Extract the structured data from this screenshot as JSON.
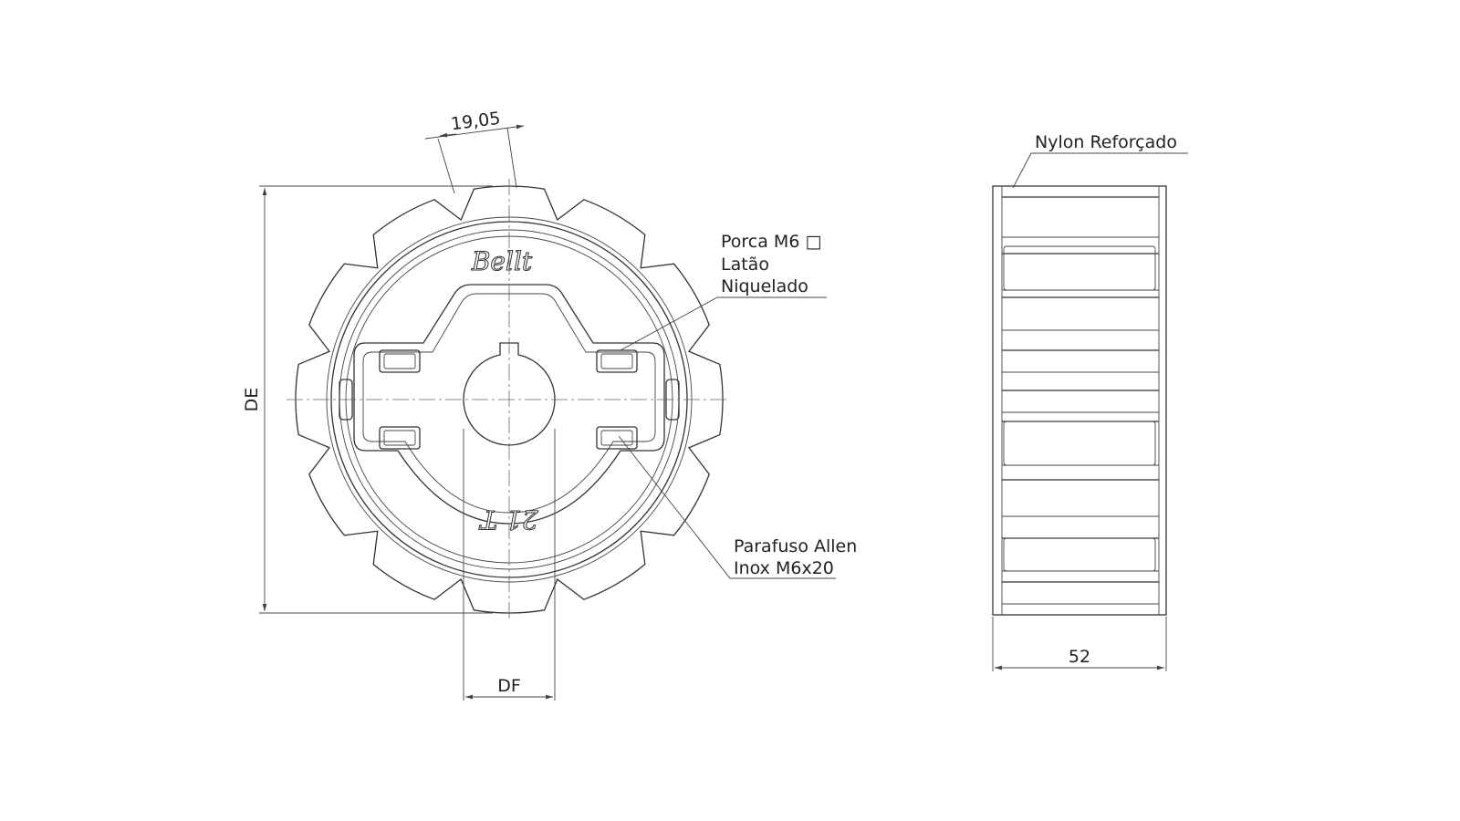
{
  "labels": {
    "pitch": "19,05",
    "de": "DE",
    "df": "DF",
    "width": "52",
    "material": "Nylon Reforçado",
    "nut_line1": "Porca M6 □",
    "nut_line2": "Latão",
    "nut_line3": "Niquelado",
    "screw_line1": "Parafuso Allen",
    "screw_line2": "Inox M6x20",
    "brand": "Bellt",
    "teeth_mark": "21 T"
  }
}
